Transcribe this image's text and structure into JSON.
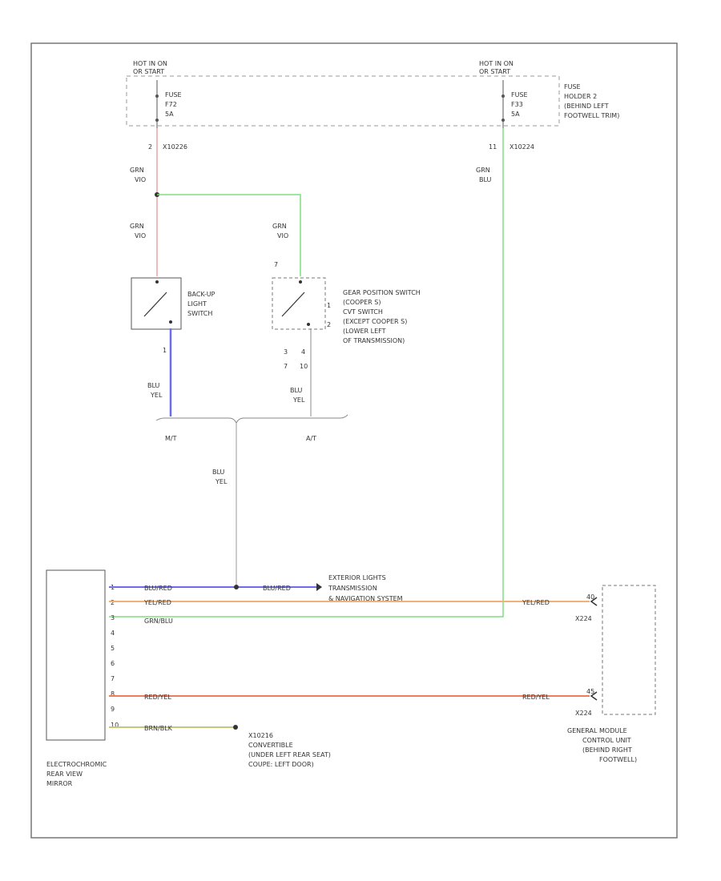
{
  "title_code": "",
  "fuse_block": {
    "left_hot_label": [
      "HOT IN ON",
      "OR START"
    ],
    "right_hot_label": [
      "HOT IN ON",
      "OR START"
    ],
    "left_fuse_label": [
      "FUSE",
      "F72",
      "5A"
    ],
    "right_fuse_label": [
      "FUSE",
      "F33",
      "5A"
    ],
    "holder_label": [
      "FUSE",
      "HOLDER 2",
      "(BEHIND LEFT",
      "FOOTWELL TRIM)"
    ]
  },
  "connectors": {
    "left_top": "X10226",
    "left_top_pin": "2",
    "right_top": "X10224",
    "right_top_pin": "11"
  },
  "wires": {
    "grn_vio_1": [
      "GRN",
      "VIO"
    ],
    "grn_blu": [
      "GRN",
      "BLU"
    ],
    "grn_vio_2": [
      "GRN",
      "VIO"
    ],
    "grn_vio_3": [
      "GRN",
      "VIO"
    ],
    "blu_yel_1": [
      "BLU",
      "YEL"
    ],
    "blu_yel_2": [
      "BLU",
      "YEL"
    ],
    "blu_yel_3": [
      "BLU",
      "YEL"
    ]
  },
  "switches": {
    "backup": [
      "BACK-UP",
      "LIGHT",
      "SWITCH"
    ],
    "backup_pin": "1",
    "gear": [
      "GEAR POSITION SWITCH",
      "(COOPER S)",
      "CVT SWITCH",
      "(EXCEPT COOPER S)",
      "(LOWER LEFT",
      "OF TRANSMISSION)"
    ],
    "gear_pins": [
      "7",
      "1",
      "2",
      "3",
      "4",
      "7",
      "10"
    ]
  },
  "split": {
    "mt": "M/T",
    "at": "A/T"
  },
  "mirror": {
    "label": [
      "ELECTROCHROMIC",
      "REAR VIEW",
      "MIRROR"
    ],
    "pins": [
      "1",
      "2",
      "3",
      "4",
      "5",
      "6",
      "7",
      "8",
      "9",
      "10"
    ]
  },
  "mirror_wires": {
    "w1": "BLU/RED",
    "w1b": "BLU/RED",
    "w2": "YEL/RED",
    "w2b": "YEL/RED",
    "w3": "GRN/BLU",
    "w8": "RED/YEL",
    "w8b": "RED/YEL",
    "w10": "BRN/BLK"
  },
  "exterior_label": [
    "EXTERIOR LIGHTS",
    "TRANSMISSION",
    "& NAVIGATION SYSTEM"
  ],
  "ground_label": [
    "X10216",
    "CONVERTIBLE",
    "(UNDER LEFT REAR SEAT)",
    "COUPE: LEFT DOOR)"
  ],
  "gm": {
    "label": [
      "GENERAL MODULE",
      "CONTROL UNIT",
      "(BEHIND RIGHT",
      "FOOTWELL)"
    ],
    "pin_a": "40",
    "pin_b": "45",
    "conn_a": "X224",
    "conn_b": "X224"
  },
  "colors": {
    "pink": "#e8a3a3",
    "green": "#7fe07f",
    "blue": "#6d6de8",
    "orange": "#f2b177",
    "teal": "#57c7a3",
    "red_orange": "#f07d5a",
    "olive": "#c7c77a"
  }
}
